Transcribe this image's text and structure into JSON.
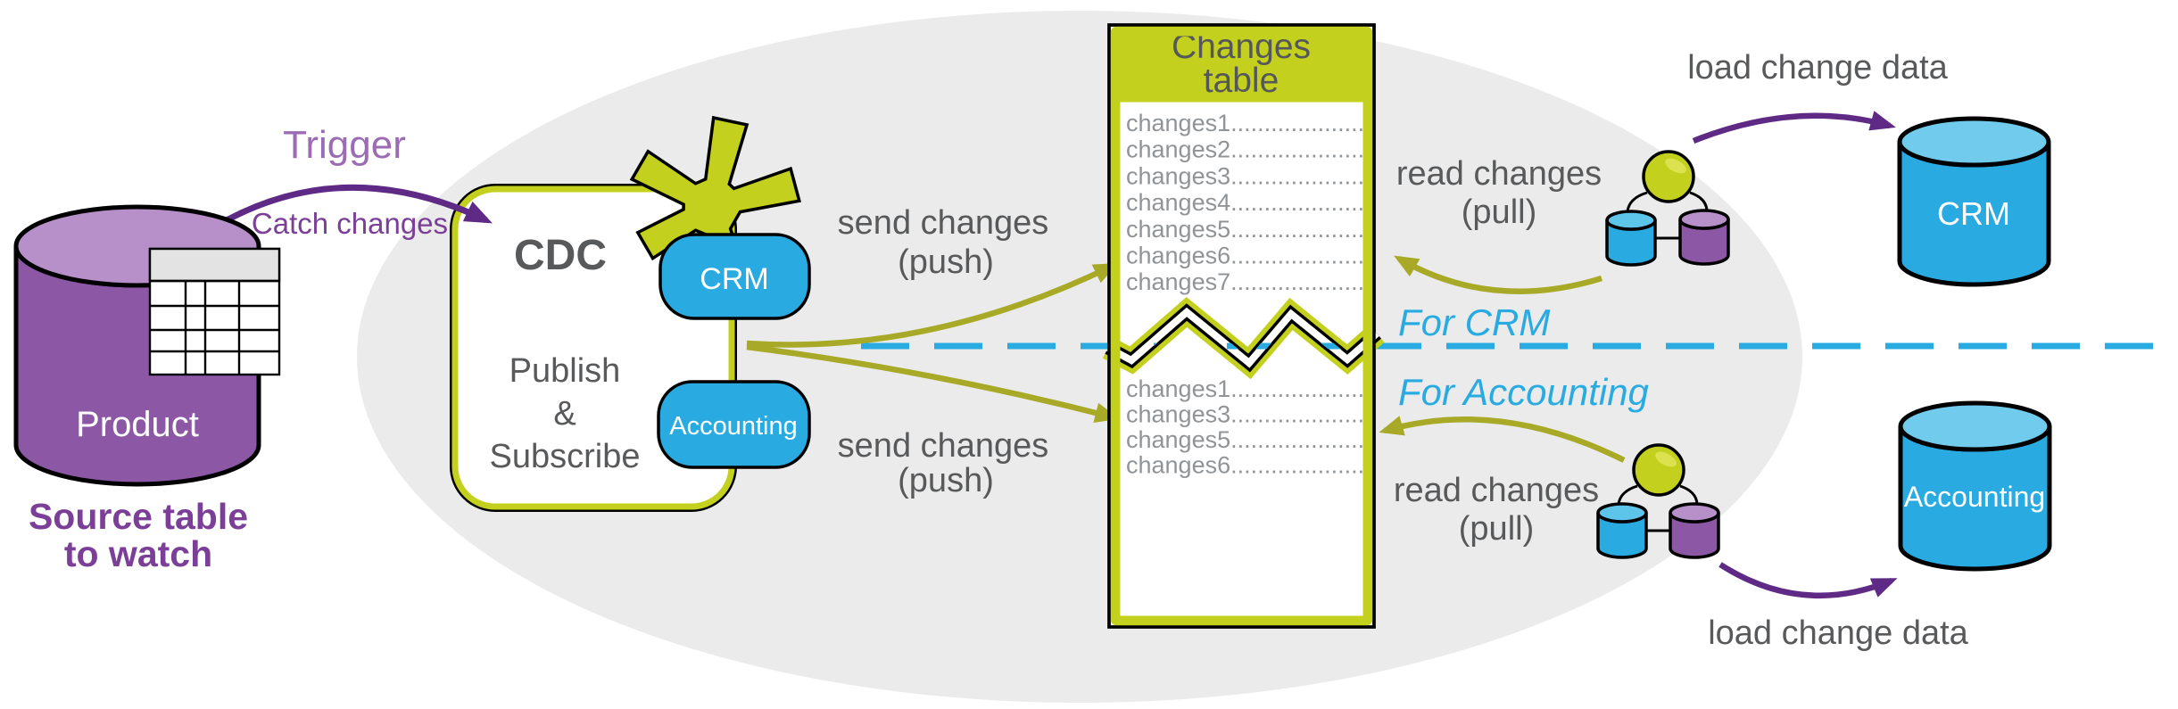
{
  "source": {
    "db_label": "Product",
    "caption_line1": "Source table",
    "caption_line2": "to watch",
    "trigger_label": "Trigger",
    "catch_label": "Catch changes"
  },
  "cdc": {
    "title": "CDC",
    "subtitle_line1": "Publish",
    "subtitle_line2": "&",
    "subtitle_line3": "Subscribe",
    "crm_tag": "CRM",
    "accounting_tag": "Accounting"
  },
  "push_top": {
    "line1": "send changes",
    "line2": "(push)"
  },
  "push_bottom": {
    "line1": "send changes",
    "line2": "(push)"
  },
  "changes_table": {
    "title_line1": "Changes",
    "title_line2": "table",
    "rows_top": [
      "changes1",
      "changes2",
      "changes3",
      "changes4",
      "changes5",
      "changes6",
      "changes7"
    ],
    "rows_bottom": [
      "changes1",
      "changes3",
      "changes5",
      "changes6"
    ],
    "leader_dots": "......................"
  },
  "lanes": {
    "crm": "For CRM",
    "accounting": "For Accounting"
  },
  "pull_top": {
    "line1": "read changes",
    "line2": "(pull)"
  },
  "pull_bottom": {
    "line1": "read changes",
    "line2": "(pull)"
  },
  "load_top": "load change data",
  "load_bottom": "load change data",
  "targets": {
    "crm": "CRM",
    "accounting": "Accounting"
  },
  "colors": {
    "accent_green": "#c3d01d",
    "olive_arrow": "#a9a928",
    "blue": "#29abe2",
    "blue_lid": "#71cbec",
    "purple_cylinder": "#8c58a6",
    "purple_lid": "#b78fc9",
    "purple_arrow": "#5e2a86",
    "purple_text": "#7c3f98",
    "gray_text": "#58595b",
    "row_gray": "#919497",
    "ellipse_gray": "#ebebeb"
  }
}
